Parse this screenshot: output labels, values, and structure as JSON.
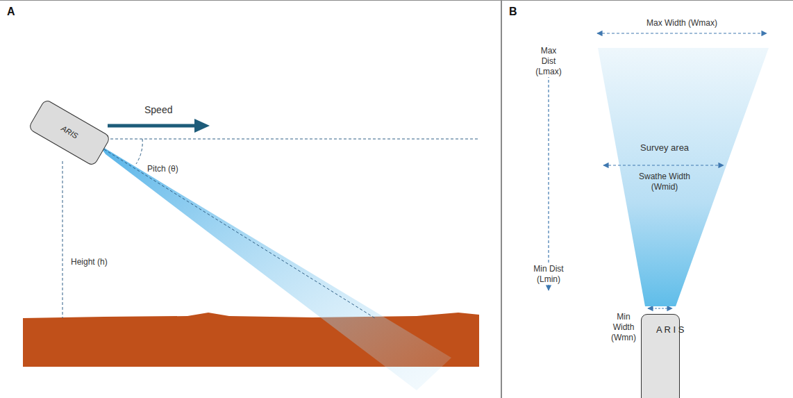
{
  "diagram": {
    "nodes": [
      {
        "text": [
          "A"
        ]
      },
      {
        "text": [
          "ARIS"
        ],
        "in": 0
      },
      {
        "text": [
          "B"
        ]
      },
      {
        "text": [
          "Survey area",
          "Swathe Width (Wmid)"
        ],
        "in": 2
      },
      {
        "text": [
          "A R I S"
        ],
        "in": 2
      }
    ],
    "labels": [
      "Speed",
      "Pitch (θ)",
      "Height (h)",
      "Max Width (Wmax)",
      "Max Dist (Lmax)",
      "Min Dist (Lmin)",
      "Min Width (Wmn)"
    ]
  }
}
